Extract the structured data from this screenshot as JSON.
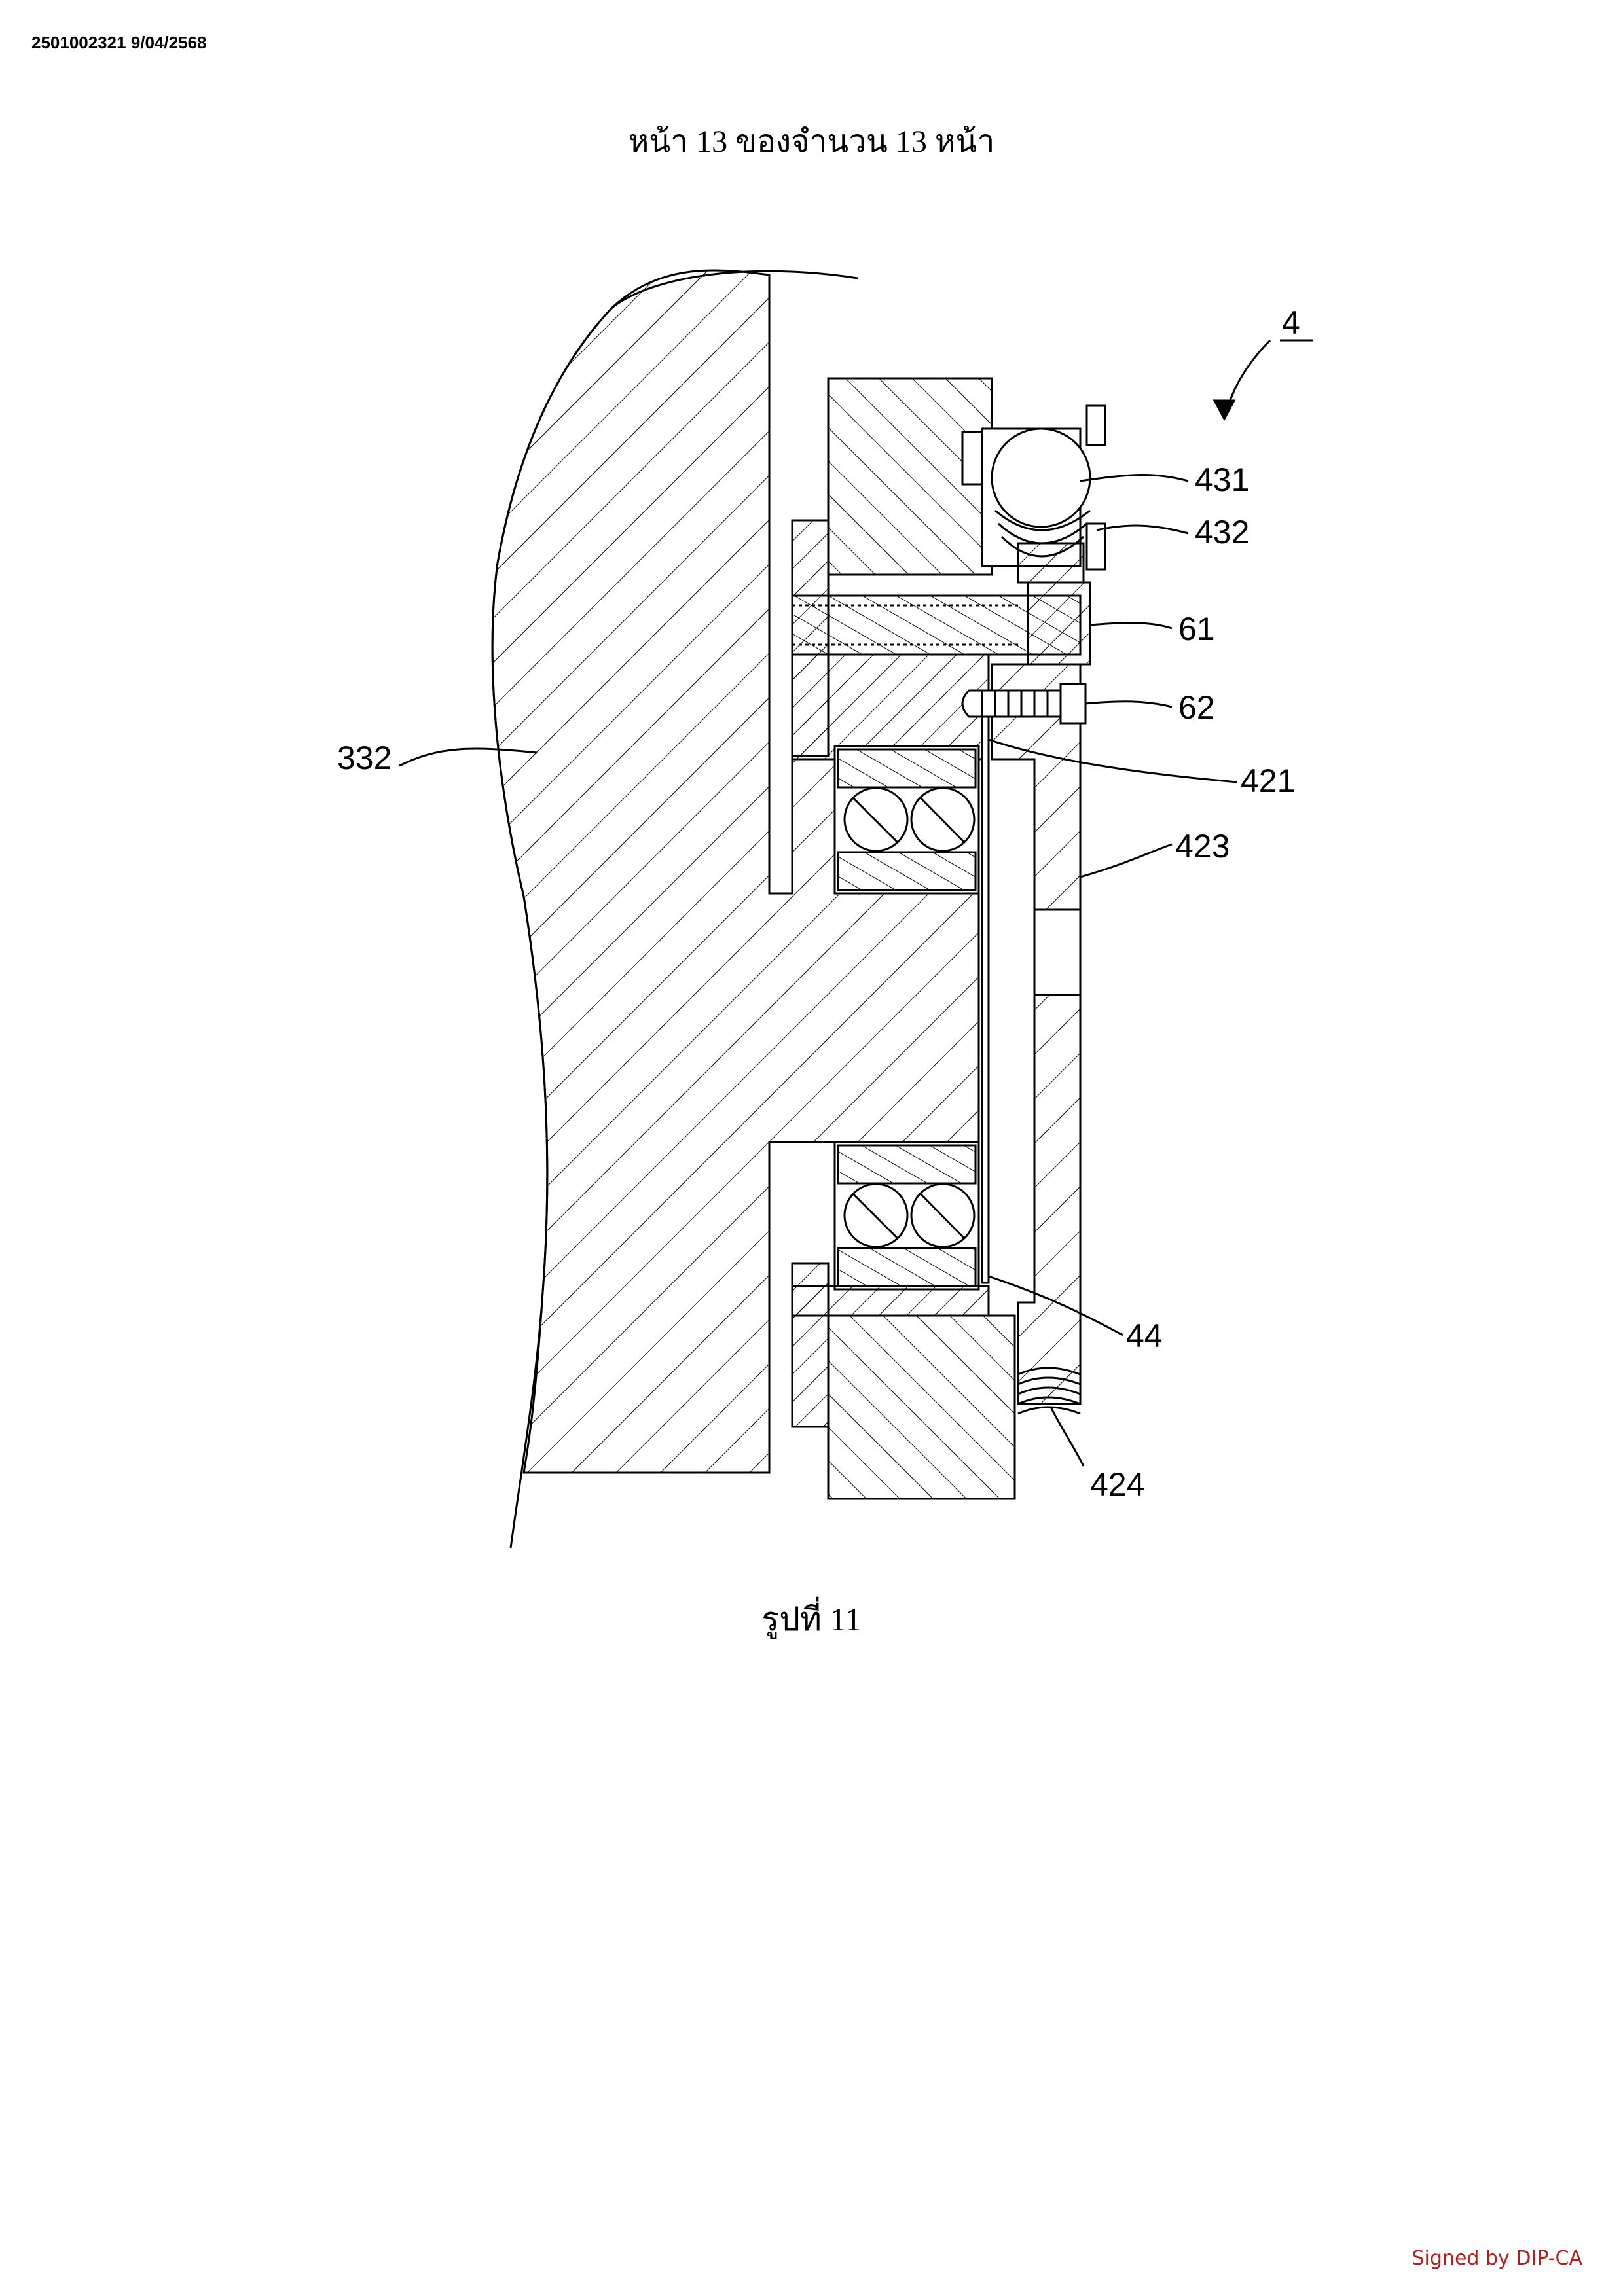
{
  "document_id": "2501002321 9/04/2568",
  "page_header": "หน้า 13 ของจำนวน 13 หน้า",
  "figure_caption": "รูปที่ 11",
  "signature": "Signed by DIP-CA",
  "reference_labels": {
    "assembly": "4",
    "l431": "431",
    "l432": "432",
    "l61": "61",
    "l62": "62",
    "l332": "332",
    "l421": "421",
    "l423": "423",
    "l44": "44",
    "l424": "424"
  },
  "colors": {
    "line": "#000000",
    "signature": "#b21d1d"
  }
}
